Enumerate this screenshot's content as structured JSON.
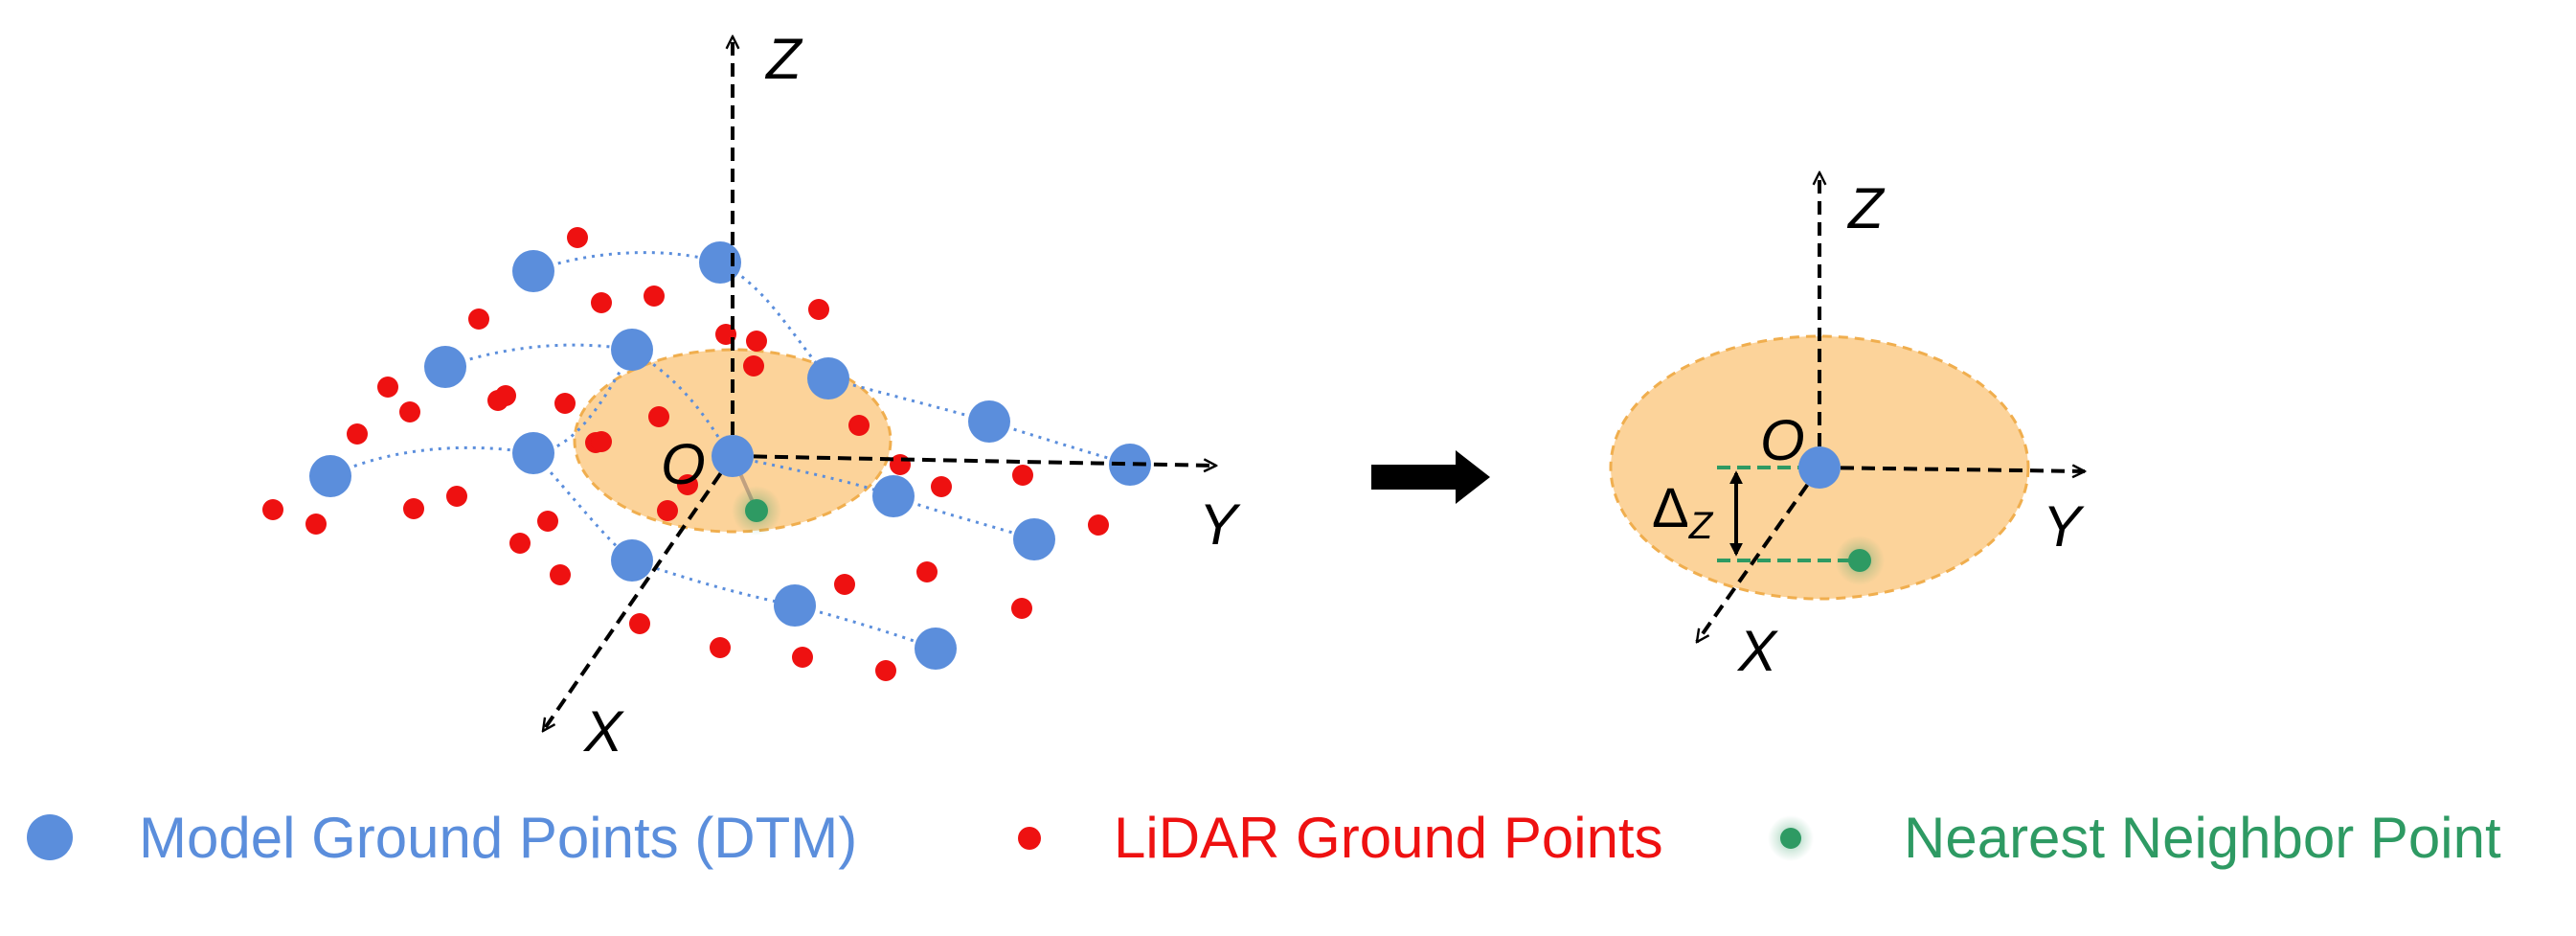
{
  "left_figure": {
    "axes": {
      "z": "Z",
      "y": "Y",
      "x": "X",
      "origin": "O"
    }
  },
  "right_figure": {
    "axes": {
      "z": "Z",
      "y": "Y",
      "x": "X",
      "origin": "O"
    },
    "delta_symbol": "Δ",
    "delta_subscript": "Z"
  },
  "legend": [
    {
      "label": "Model Ground Points (DTM)",
      "color": "#5B8EDC"
    },
    {
      "label": "LiDAR Ground Points",
      "color": "#EE1111"
    },
    {
      "label": "Nearest Neighbor Point",
      "color": "#2E9A63"
    }
  ],
  "colors": {
    "dtm": "#5B8EDC",
    "lidar": "#EE1111",
    "nearest": "#2E9A63",
    "ellipse_fill": "#FCD39A",
    "ellipse_stroke": "#F0AE4E",
    "axis": "#000000"
  }
}
